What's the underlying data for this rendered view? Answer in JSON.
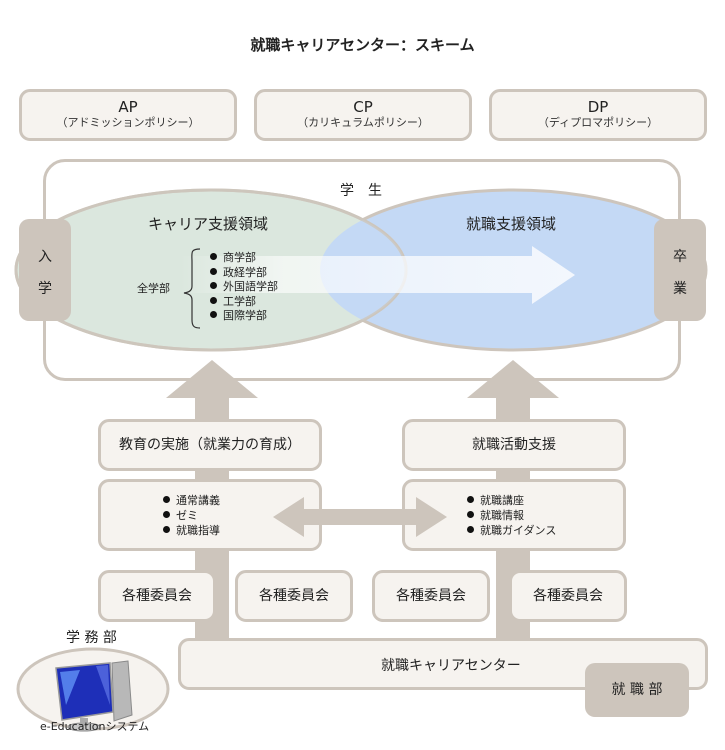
{
  "title": "就職キャリアセンター：スキーム",
  "policies": [
    {
      "code": "AP",
      "name": "（アドミッションポリシー）"
    },
    {
      "code": "CP",
      "name": "（カリキュラムポリシー）"
    },
    {
      "code": "DP",
      "name": "（ディプロマポリシー）"
    }
  ],
  "student_frame": {
    "label": "学　生",
    "entry_tab": [
      "入",
      "学"
    ],
    "graduation_tab": [
      "卒",
      "業"
    ],
    "career_area": "キャリア支援領域",
    "employment_area": "就職支援領域",
    "all_faculties_label": "全学部",
    "faculties": [
      "商学部",
      "政経学部",
      "外国語学部",
      "工学部",
      "国際学部"
    ]
  },
  "left_column": {
    "heading": "教育の実施（就業力の育成）",
    "items": [
      "通常講義",
      "ゼミ",
      "就職指導"
    ]
  },
  "right_column": {
    "heading": "就職活動支援",
    "items": [
      "就職講座",
      "就職情報",
      "就職ガイダンス"
    ]
  },
  "committees": [
    "各種委員会",
    "各種委員会",
    "各種委員会",
    "各種委員会"
  ],
  "center": {
    "label": "就職キャリアセンター",
    "department": "就 職 部"
  },
  "academic_affairs": {
    "label": "学 務 部",
    "system": "e-Educationシステム"
  },
  "colors": {
    "box_fill": "#f6f3ef",
    "border": "#cdc5bc",
    "career_area_fill": "#dbe7de",
    "employment_area_fill": "#c4d9f5",
    "arrow_fill": "#f0f5fc"
  }
}
